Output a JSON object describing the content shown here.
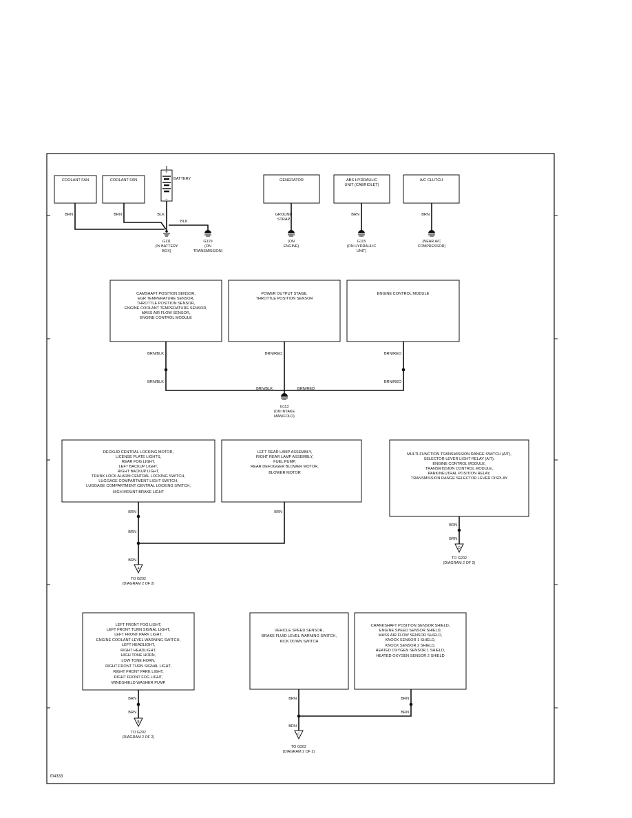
{
  "figure_id": "f04333",
  "row1": {
    "coolant_fan_1": "COOLANT FAN",
    "coolant_fan_2": "COOLANT FAN",
    "battery": "BATTERY",
    "generator": "GENERATOR",
    "abs_unit": [
      "ABS HYDRAULIC",
      "UNIT (CABRIOLET)"
    ],
    "ac_clutch": "A/C CLUTCH",
    "wire_brn": "BRN",
    "wire_blk": "BLK",
    "ground_strap": [
      "GROUND",
      "STRAP"
    ],
    "g111": [
      "G111",
      "(IN BATTERY",
      "BOX)"
    ],
    "g129": [
      "G129",
      "(ON",
      "TRANSMISSION)"
    ],
    "g_engine": [
      "(ON",
      "ENGINE)"
    ],
    "g115": [
      "G115",
      "(ON HYDRAULIC",
      "UNIT)"
    ],
    "g_ac": [
      "(NEAR A/C",
      "COMPRESSOR)"
    ]
  },
  "row2": {
    "box1": [
      "CAMSHAFT POSITION SENSOR,",
      "EGR TEMPERATURE SENSOR,",
      "THROTTLE POSITION SENSOR,",
      "ENGINE COOLANT TEMPERATURE SENSOR,",
      "MASS AIR FLOW SENSOR,",
      "ENGINE CONTROL MODULE"
    ],
    "box2": [
      "POWER OUTPUT STAGE,",
      "THROTTLE POSITION SENSOR"
    ],
    "box3": [
      "ENGINE CONTROL MODULE"
    ],
    "wire_brn_blk": "BRN/BLK",
    "wire_brn_red": "BRN/RED",
    "g_intake": [
      "G113",
      "(ON INTAKE",
      "MANIFOLD)"
    ]
  },
  "row3": {
    "box1": [
      "DECKLID CENTRAL LOCKING MOTOR,",
      "LICENSE PLATE LIGHTS,",
      "REAR FOG LIGHT,",
      "LEFT BACKUP LIGHT,",
      "RIGHT BACKUP LIGHT,",
      "TRUNK LOCK ALARM CENTRAL LOCKING SWITCH,",
      "LUGGAGE COMPARTMENT LIGHT SWITCH,",
      "LUGGAGE COMPARTMENT CENTRAL LOCKING SWITCH,",
      "HIGH MOUNT BRAKE LIGHT"
    ],
    "box2": [
      "LEFT REAR LAMP ASSEMBLY,",
      "RIGHT REAR LAMP ASSEMBLY,",
      "FUEL PUMP,",
      "REAR DEFOGGER BLOWER MOTOR,",
      "BLOWER MOTOR"
    ],
    "box3": [
      "MULTI-FUNCTION TRANSMISSION RANGE SWITCH (A/T),",
      "SELECTOR LEVER LIGHT RELAY (A/T),",
      "ENGINE CONTROL MODULE,",
      "TRANSMISSION CONTROL MODULE,",
      "PARK/NEUTRAL POSITION RELAY,",
      "TRANSMISSION RANGE SELECTOR LEVER DISPLAY"
    ],
    "wire_brn": "BRN",
    "conn_a": "A",
    "conn_d": "D",
    "to_a": [
      "TO G202",
      "(DIAGRAM 2 OF 2)"
    ],
    "to_d": [
      "TO G202",
      "(DIAGRAM 2 OF 2)"
    ]
  },
  "row4": {
    "box1": [
      "LEFT FRONT FOG LIGHT,",
      "LEFT FRONT TURN SIGNAL LIGHT,",
      "LEFT FRONT PARK LIGHT,",
      "ENGINE COOLANT LEVEL WARNING SWITCH,",
      "LEFT HEADLIGHT,",
      "RIGHT HEADLIGHT,",
      "HIGH TONE HORN,",
      "LOW TONE HORN,",
      "RIGHT FRONT TURN SIGNAL LIGHT,",
      "RIGHT FRONT PARK LIGHT,",
      "RIGHT FRONT FOG LIGHT,",
      "WINDSHIELD WASHER PUMP"
    ],
    "box2": [
      "VEHICLE SPEED SENSOR,",
      "BRAKE FLUID LEVEL WARNING SWITCH,",
      "KICK DOWN SWITCH"
    ],
    "box3": [
      "CRANKSHAFT POSITION SENSOR SHIELD,",
      "ENGINE SPEED SENSOR SHIELD,",
      "MASS AIR FLOW SENSOR SHIELD,",
      "KNOCK SENSOR 1 SHIELD,",
      "KNOCK SENSOR 2 SHIELD,",
      "HEATED OXYGEN SENSOR 1 SHIELD,",
      "HEATED OXYGEN SENSOR 2 SHIELD"
    ],
    "wire_brn": "BRN",
    "conn_b": "B",
    "conn_c": "C",
    "to_b": [
      "TO G202",
      "(DIAGRAM 2 OF 2)"
    ],
    "to_c": [
      "TO G202",
      "(DIAGRAM 2 OF 2)"
    ]
  }
}
